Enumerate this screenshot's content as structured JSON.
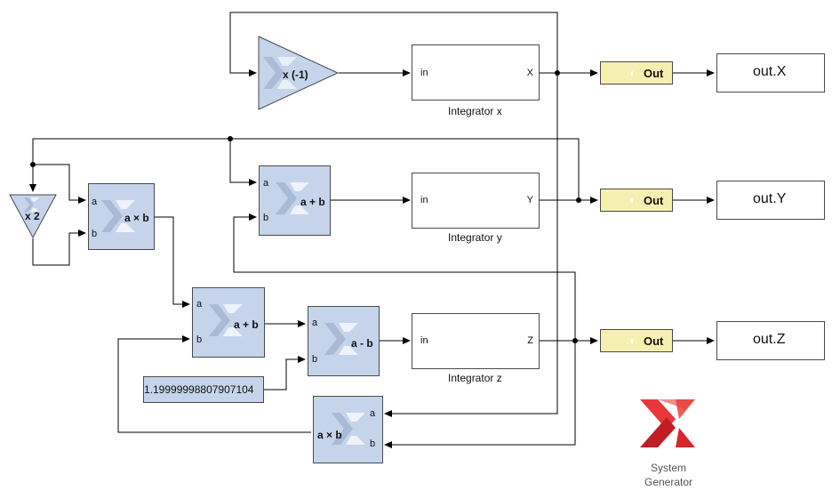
{
  "blocks": {
    "gain_neg1": {
      "label": "x (-1)"
    },
    "gain_2": {
      "label": "x 2"
    },
    "mult_top": {
      "op": "a × b",
      "in_a": "a",
      "in_b": "b"
    },
    "add_y": {
      "op": "a + b",
      "in_a": "a",
      "in_b": "b"
    },
    "add_mid": {
      "op": "a + b",
      "in_a": "a",
      "in_b": "b"
    },
    "sub_z": {
      "op": "a - b",
      "in_a": "a",
      "in_b": "b"
    },
    "mult_bottom": {
      "op": "a × b",
      "in_a": "a",
      "in_b": "b"
    },
    "constant": {
      "value": "1.19999998807907104"
    },
    "integrator_x": {
      "in": "in",
      "out": "X",
      "caption": "Integrator x"
    },
    "integrator_y": {
      "in": "in",
      "out": "Y",
      "caption": "Integrator y"
    },
    "integrator_z": {
      "in": "in",
      "out": "Z",
      "caption": "Integrator z"
    },
    "out_x": {
      "label": "Out"
    },
    "out_y": {
      "label": "Out"
    },
    "out_z": {
      "label": "Out"
    },
    "scope_x": {
      "label": "out.X"
    },
    "scope_y": {
      "label": "out.Y"
    },
    "scope_z": {
      "label": "out.Z"
    }
  },
  "logo": {
    "line1": "System",
    "line2": "Generator"
  },
  "colors": {
    "block_fill": "#c5d4ea",
    "out_fill": "#f6f0b0",
    "logo_red": "#d9262c"
  }
}
